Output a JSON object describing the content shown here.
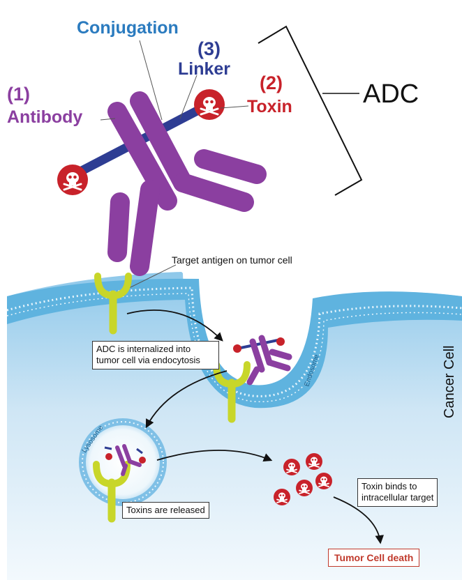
{
  "labels": {
    "conjugation": "Conjugation",
    "linker_num": "(3)",
    "linker": "Linker",
    "toxin_num": "(2)",
    "toxin": "Toxin",
    "antibody_num": "(1)",
    "antibody": "Antibody",
    "adc": "ADC",
    "target_antigen": "Target antigen on tumor cell",
    "internalized_line1": "ADC is internalized into",
    "internalized_line2": "tumor cell via endocytosis",
    "endosome": "Endosome",
    "lysosome": "Lysosome",
    "toxins_released": "Toxins are released",
    "binds_line1": "Toxin binds to",
    "binds_line2": "intracellular target",
    "tumor_death": "Tumor Cell death",
    "cancer_cell": "Cancer Cell"
  },
  "colors": {
    "antibody": "#8b3fa0",
    "linker": "#2e3d93",
    "toxin": "#c8222a",
    "conjugation_text": "#2b7bbf",
    "antibody_text": "#8b3fa0",
    "linker_text": "#2e3d93",
    "toxin_text": "#c8222a",
    "antigen": "#c8d62a",
    "membrane": "#5fb3df",
    "cell_fill": "#cfe7f5"
  }
}
